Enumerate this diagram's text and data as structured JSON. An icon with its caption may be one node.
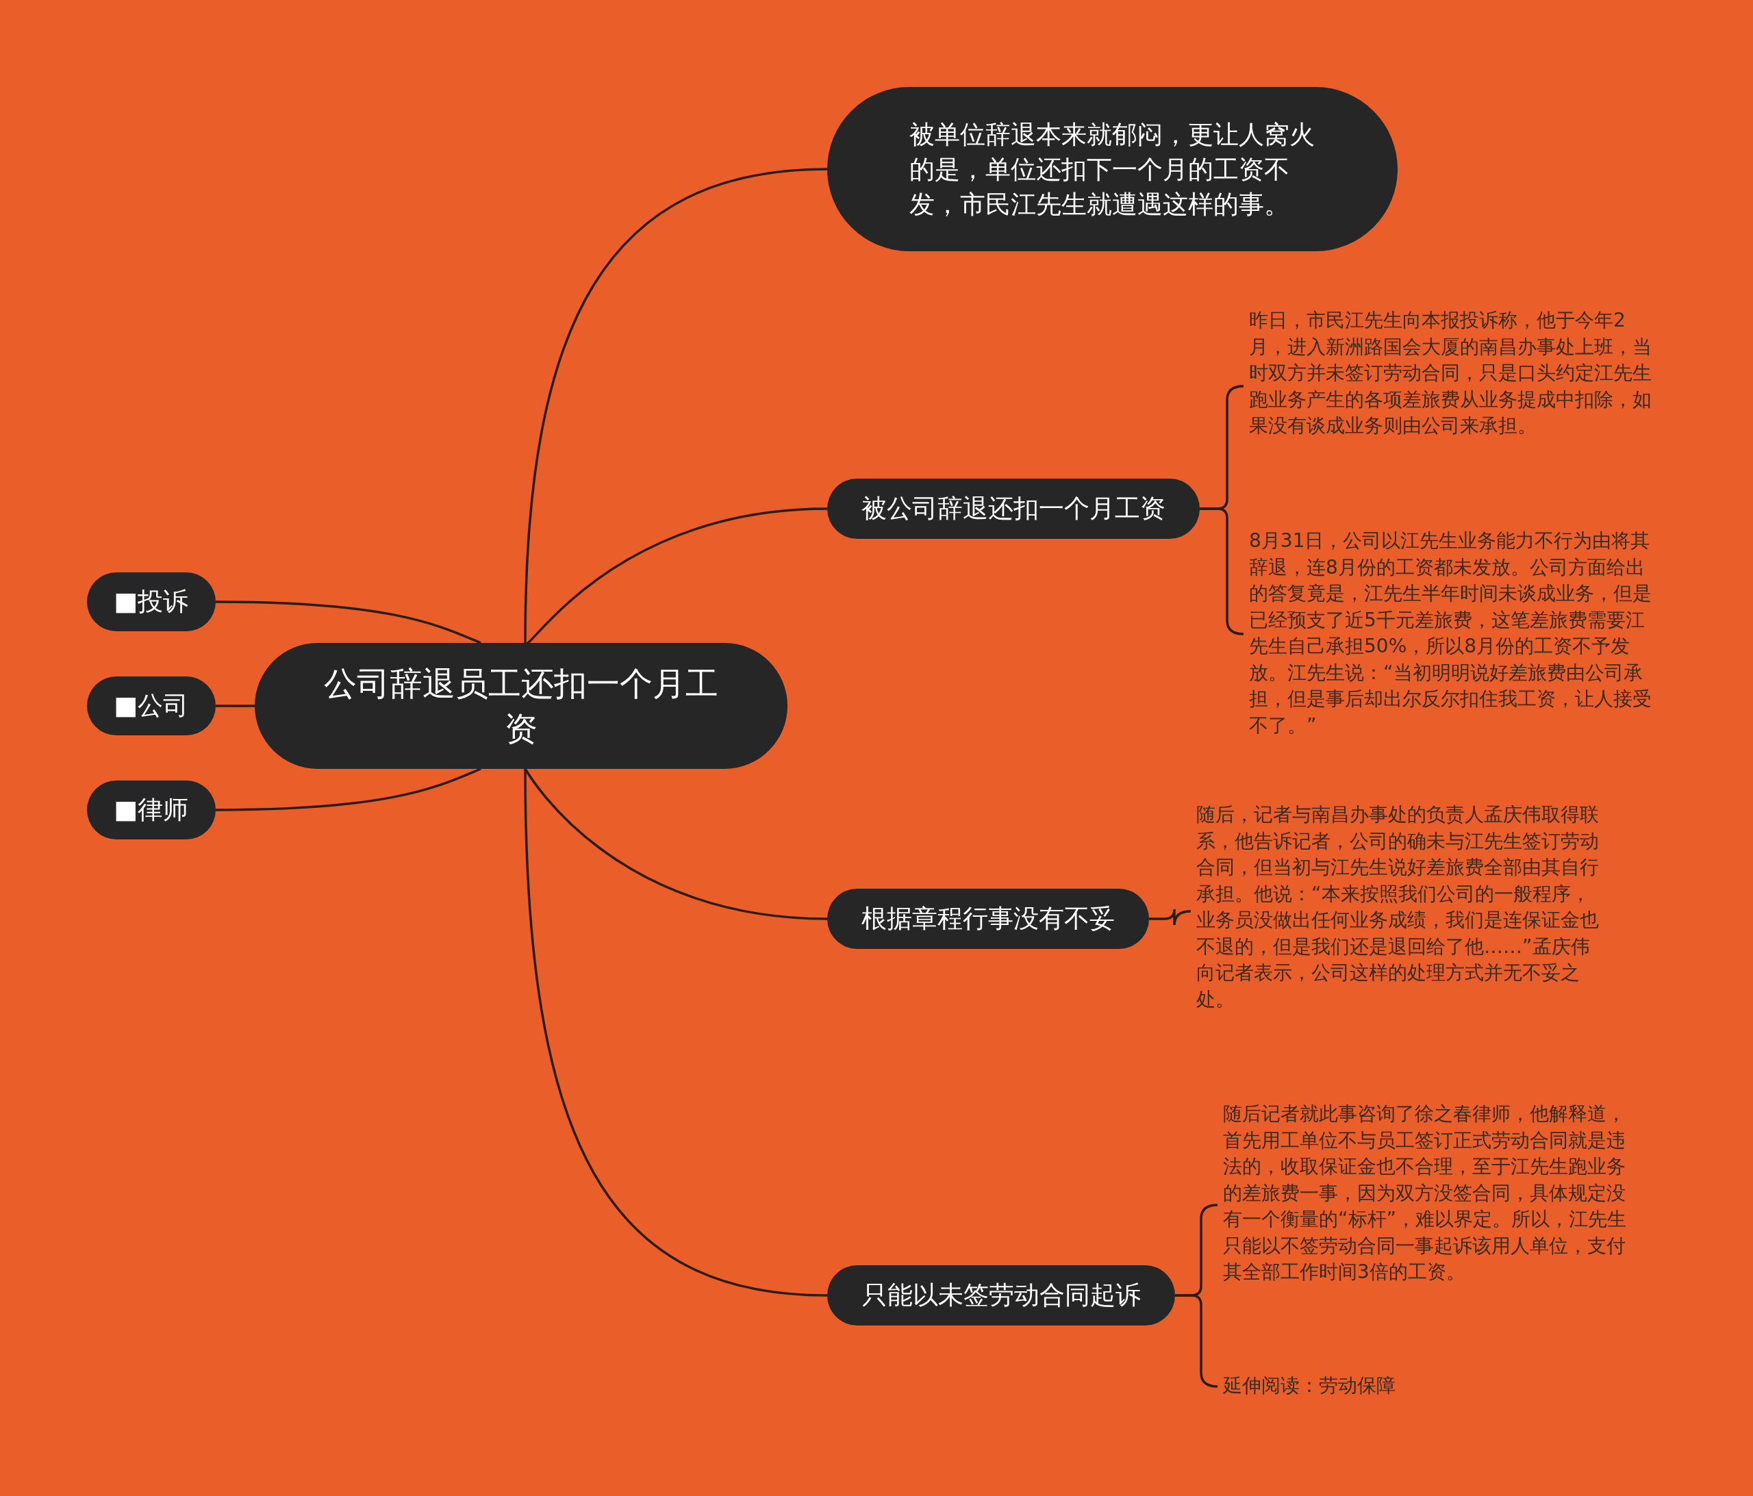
{
  "diagram": {
    "nodes": [
      {
        "text": [
          "公司辞退员工还扣一个月工资"
        ]
      },
      {
        "text": [
          "被单位辞退本来就郁闷，更让人窝火的是，单位还扣下一个月的工资不发，市民江先生就遭遇这样的事。"
        ]
      },
      {
        "text": [
          "被公司辞退还扣一个月工资"
        ]
      },
      {
        "text": [
          "昨日，市民江先生向本报投诉称，他于今年2月，进入新洲路国会大厦的南昌办事处上班，当时双方并未签订劳动合同，只是口头约定江先生跑业务产生的各项差旅费从业务提成中扣除，如果没有谈成业务则由公司来承担。"
        ]
      },
      {
        "text": [
          "8月31日，公司以江先生业务能力不行为由将其辞退，连8月份的工资都未发放。公司方面给出的答复竟是，江先生半年时间未谈成业务，但是已经预支了近5千元差旅费，这笔差旅费需要江先生自己承担50%，所以8月份的工资不予发放。江先生说：“当初明明说好差旅费由公司承担，但是事后却出尔反尔扣住我工资，让人接受不了。”"
        ]
      },
      {
        "text": [
          "根据章程行事没有不妥"
        ]
      },
      {
        "text": [
          "随后，记者与南昌办事处的负责人孟庆伟取得联系，他告诉记者，公司的确未与江先生签订劳动合同，但当初与江先生说好差旅费全部由其自行承担。他说：“本来按照我们公司的一般程序，业务员没做出任何业务成绩，我们是连保证金也不退的，但是我们还是退回给了他……”孟庆伟向记者表示，公司这样的处理方式并无不妥之处。"
        ]
      },
      {
        "text": [
          "只能以未签劳动合同起诉"
        ]
      },
      {
        "text": [
          "随后记者就此事咨询了徐之春律师，他解释道，首先用工单位不与员工签订正式劳动合同就是违法的，收取保证金也不合理，至于江先生跑业务的差旅费一事，因为双方没签合同，具体规定没有一个衡量的“标杆”，难以界定。所以，江先生只能以不签劳动合同一事起诉该用人单位，支付其全部工作时间3倍的工资。"
        ]
      },
      {
        "text": [
          "延伸阅读：劳动保障"
        ]
      },
      {
        "text": [
          "■投诉"
        ]
      },
      {
        "text": [
          "■公司"
        ]
      },
      {
        "text": [
          "■律师"
        ]
      }
    ],
    "edges": [
      {
        "from": 0,
        "to": 1,
        "arrow": "none"
      },
      {
        "from": 0,
        "to": 2,
        "arrow": "none"
      },
      {
        "from": 0,
        "to": 5,
        "arrow": "none"
      },
      {
        "from": 0,
        "to": 7,
        "arrow": "none"
      },
      {
        "from": 2,
        "to": 3,
        "arrow": "none"
      },
      {
        "from": 2,
        "to": 4,
        "arrow": "none"
      },
      {
        "from": 5,
        "to": 6,
        "arrow": "none"
      },
      {
        "from": 7,
        "to": 8,
        "arrow": "none"
      },
      {
        "from": 7,
        "to": 9,
        "arrow": "none"
      },
      {
        "from": 10,
        "to": 0,
        "arrow": "none"
      },
      {
        "from": 11,
        "to": 0,
        "arrow": "none"
      },
      {
        "from": 12,
        "to": 0,
        "arrow": "none"
      }
    ]
  }
}
